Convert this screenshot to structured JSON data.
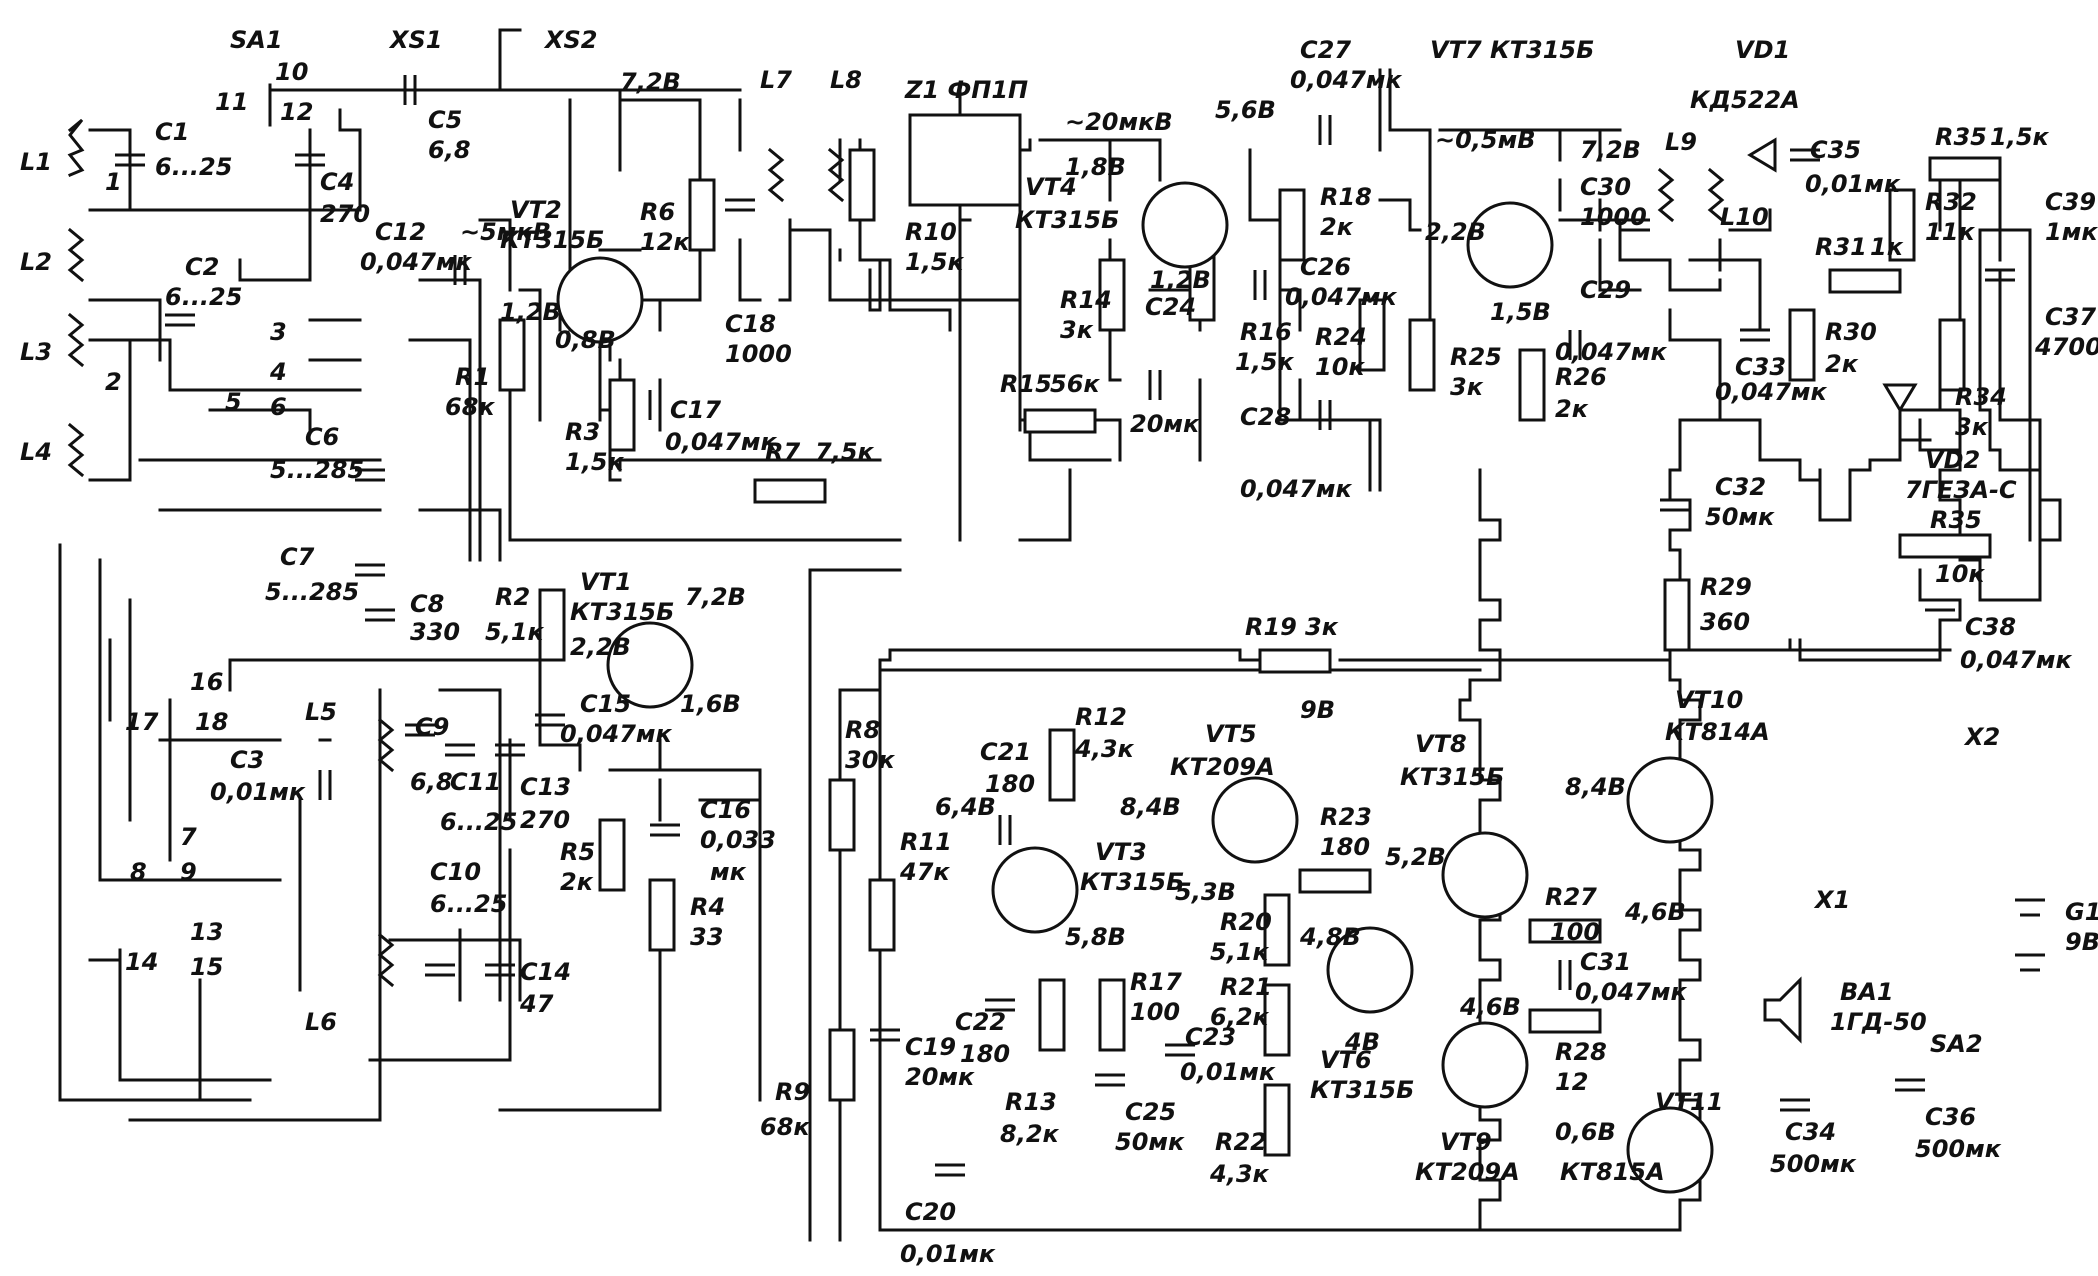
{
  "inputs": {
    "switch": "SA1",
    "antenna_sockets": [
      "XS1",
      "XS2"
    ],
    "coils": [
      "L1",
      "L2",
      "L3",
      "L4"
    ],
    "C1": [
      "C1",
      "6...25"
    ],
    "C2": [
      "C2",
      "6...25"
    ],
    "C4": [
      "C4",
      "270"
    ],
    "C5": [
      "C5",
      "6,8"
    ],
    "C6": [
      "C6",
      "5...285"
    ],
    "C7": [
      "C7",
      "5...285"
    ],
    "C8": [
      "C8",
      "330"
    ],
    "pins": [
      "1",
      "2",
      "3",
      "4",
      "5",
      "6",
      "7",
      "8",
      "9",
      "10",
      "11",
      "12",
      "13",
      "14",
      "15",
      "16",
      "17",
      "18"
    ]
  },
  "oscillator": {
    "VT1": [
      "VT1",
      "КТ315Б"
    ],
    "R2": [
      "R2",
      "5,1к"
    ],
    "R5": [
      "R5",
      "2к"
    ],
    "R4": [
      "R4",
      "33"
    ],
    "C15": [
      "C15",
      "0,047мк"
    ],
    "C16": [
      "C16",
      "0,033",
      "мк"
    ],
    "C3": [
      "C3",
      "0,01мк"
    ],
    "C9": [
      "C9",
      "6,8"
    ],
    "C10": [
      "C10",
      "6...25"
    ],
    "C11": [
      "C11",
      "6...25"
    ],
    "C13": [
      "C13",
      "270"
    ],
    "C14": [
      "C14",
      "47"
    ],
    "coils": [
      "L5",
      "L6"
    ],
    "voltages": [
      "7,2В",
      "2,2В",
      "1,6В"
    ]
  },
  "mixer": {
    "VT2": [
      "VT2",
      "КТ315Б"
    ],
    "C12": [
      "C12",
      "0,047мк"
    ],
    "signal": "~5мкВ",
    "R1": [
      "R1",
      "68к"
    ],
    "R3": [
      "R3",
      "1,5к"
    ],
    "R6": [
      "R6",
      "12к"
    ],
    "C17": [
      "C17",
      "0,047мк"
    ],
    "C18": [
      "C18",
      "1000"
    ],
    "coils": [
      "L7",
      "L8"
    ],
    "R10": [
      "R10",
      "1,5к"
    ],
    "R7": [
      "R7",
      "7,5к"
    ],
    "voltages": [
      "7,2В",
      "1,2В",
      "0,8В"
    ]
  },
  "if_stage": {
    "Z1": "Z1 ФП1П",
    "signal_z1": "~20мкВ",
    "VT4": [
      "VT4",
      "КТ315Б"
    ],
    "R14": [
      "R14",
      "3к"
    ],
    "R15": [
      "R15",
      "56к"
    ],
    "C24": [
      "C24",
      "20мк"
    ],
    "R16": [
      "R16",
      "1,5к"
    ],
    "R18": [
      "R18",
      "2к"
    ],
    "C26": [
      "C26",
      "0,047мк"
    ],
    "C27": [
      "C27",
      "0,047мк"
    ],
    "R24": [
      "R24",
      "10к"
    ],
    "C28": [
      "C28",
      "0,047мк"
    ],
    "voltages": [
      "1,8В",
      "5,6В",
      "1,2В"
    ]
  },
  "detector": {
    "VT7": "VT7 КТ315Б",
    "signal": "~0,5мВ",
    "VD1": [
      "VD1",
      "КД522А"
    ],
    "R25": [
      "R25",
      "3к"
    ],
    "R26": [
      "R26",
      "2к"
    ],
    "C29": [
      "C29",
      "0,047мк"
    ],
    "C30": [
      "C30",
      "1000"
    ],
    "coils": [
      "L9",
      "L10"
    ],
    "C35": [
      "C35",
      "0,01мк"
    ],
    "R35a": [
      "R35",
      "1,5к"
    ],
    "R32": [
      "R32",
      "11к"
    ],
    "R31": [
      "R31",
      "1к"
    ],
    "R30": [
      "R30",
      "2к"
    ],
    "C33": [
      "C33",
      "0,047мк"
    ],
    "R34": [
      "R34",
      "3к"
    ],
    "C39": [
      "C39",
      "1мк"
    ],
    "C37": [
      "C37",
      "4700"
    ],
    "VD2": [
      "VD2",
      "7ГЕЗА-С"
    ],
    "R35": [
      "R35",
      "10к"
    ],
    "C32": [
      "C32",
      "50мк"
    ],
    "R29": [
      "R29",
      "360"
    ],
    "C38": [
      "C38",
      "0,047мк"
    ],
    "voltages": [
      "2,2В",
      "7,2В",
      "1,5В"
    ]
  },
  "amplifier": {
    "R19": [
      "R19",
      "3к"
    ],
    "supply": "9В",
    "R8": [
      "R8",
      "30к"
    ],
    "R11": [
      "R11",
      "47к"
    ],
    "R9": [
      "R9",
      "68к"
    ],
    "C19": [
      "C19",
      "20мк"
    ],
    "C20": [
      "C20",
      "0,01мк"
    ],
    "C21": [
      "C21",
      "180"
    ],
    "R12": [
      "R12",
      "4,3к"
    ],
    "VT3": [
      "VT3",
      "КТ315Б"
    ],
    "C22": [
      "C22",
      "180"
    ],
    "R13": [
      "R13",
      "8,2к"
    ],
    "R17": [
      "R17",
      "100"
    ],
    "C25": [
      "C25",
      "50мк"
    ],
    "VT5": [
      "VT5",
      "КТ209А"
    ],
    "R23": [
      "R23",
      "180"
    ],
    "R20": [
      "R20",
      "5,1к"
    ],
    "R21": [
      "R21",
      "6,2к"
    ],
    "R22": [
      "R22",
      "4,3к"
    ],
    "C23": [
      "C23",
      "0,01мк"
    ],
    "VT6": [
      "VT6",
      "КТ315Б"
    ],
    "VT8": [
      "VT8",
      "КТ315Б"
    ],
    "VT9": [
      "VT9",
      "КТ209А"
    ],
    "VT10": [
      "VT10",
      "КТ814А"
    ],
    "VT11": [
      "VT11",
      "КТ815А"
    ],
    "R27": [
      "R27",
      "100"
    ],
    "R28": [
      "R28",
      "12"
    ],
    "C31": [
      "C31",
      "0,047мк"
    ],
    "C34": [
      "C34",
      "500мк"
    ],
    "C36": [
      "C36",
      "500мк"
    ],
    "X1": "X1",
    "BA1": [
      "BA1",
      "1ГД-50"
    ],
    "X2": "X2",
    "G1": [
      "G1",
      "9В"
    ],
    "SA2": "SA2",
    "voltages": [
      "6,4В",
      "8,4В",
      "5,8В",
      "5,3В",
      "4,8В",
      "5,2В",
      "4,6В",
      "4В",
      "8,4В",
      "4,6В",
      "0,6В"
    ]
  }
}
